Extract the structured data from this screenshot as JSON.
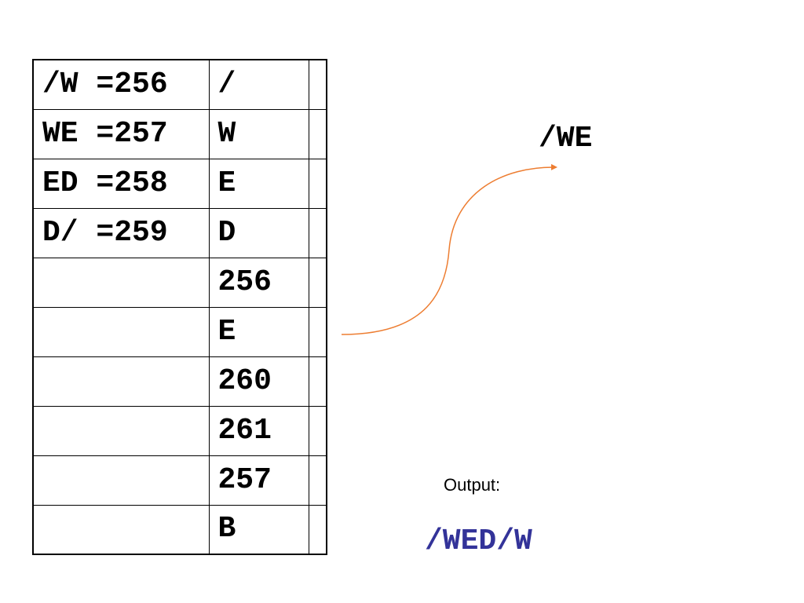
{
  "table": {
    "rows": [
      {
        "entry": "/W =256",
        "symbol": "/"
      },
      {
        "entry": "WE =257",
        "symbol": "W"
      },
      {
        "entry": "ED =258",
        "symbol": "E"
      },
      {
        "entry": "D/ =259",
        "symbol": "D"
      },
      {
        "entry": "",
        "symbol": "256"
      },
      {
        "entry": "",
        "symbol": "E"
      },
      {
        "entry": "",
        "symbol": "260"
      },
      {
        "entry": "",
        "symbol": "261"
      },
      {
        "entry": "",
        "symbol": "257"
      },
      {
        "entry": "",
        "symbol": "B"
      }
    ]
  },
  "current_string": "/WE",
  "output": {
    "label": "Output:",
    "value": "/WED/W",
    "value_color": "#333399"
  },
  "arrow": {
    "color": "#ed7d31"
  }
}
